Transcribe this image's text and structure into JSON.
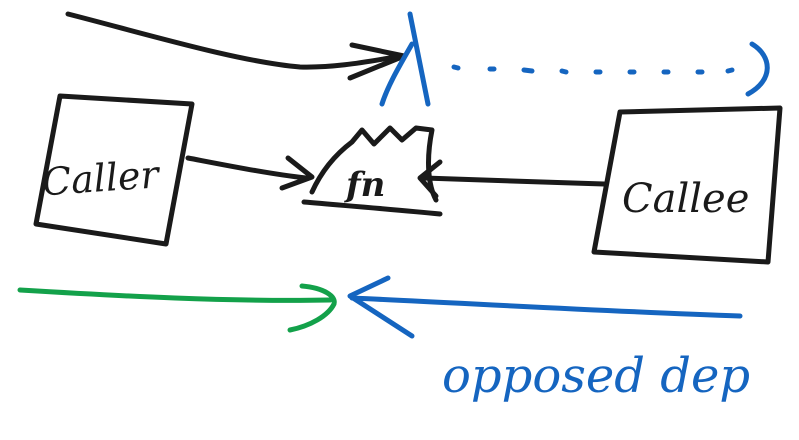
{
  "colors": {
    "black": "#1a1a1a",
    "blue": "#1565c0",
    "green": "#13a14a",
    "background": "#ffffff"
  },
  "labels": {
    "caller": "Caller",
    "function": "fn",
    "callee": "Callee",
    "note": "opposed dep"
  }
}
